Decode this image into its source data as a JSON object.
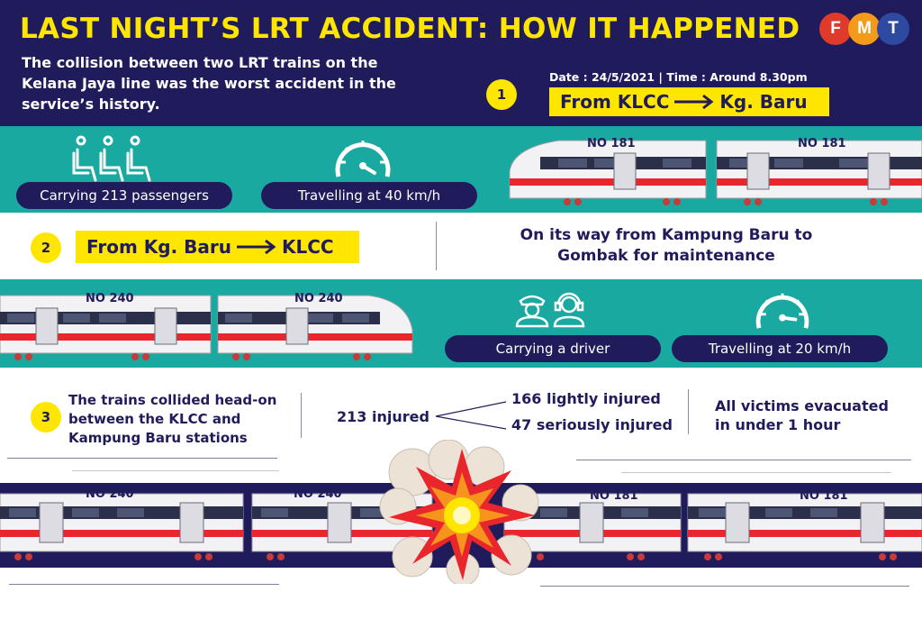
{
  "header": {
    "title": "LAST NIGHT’S LRT ACCIDENT: HOW IT HAPPENED",
    "subtitle_line1": "The collision between two LRT trains on the",
    "subtitle_line2": "Kelana Jaya line was the worst accident in the",
    "subtitle_line3": "service’s history.",
    "logo": {
      "letters": [
        "F",
        "M",
        "T"
      ],
      "colors": [
        "#e03a2a",
        "#f39a1a",
        "#2d4aa0"
      ]
    }
  },
  "section1": {
    "number": "1",
    "datetime": "Date :  24/5/2021  |  Time : Around 8.30pm",
    "route_from": "From KLCC",
    "route_to": "Kg. Baru",
    "passengers_label": "Carrying 213 passengers",
    "speed_label": "Travelling at 40 km/h",
    "train_label": "NO 181"
  },
  "section2": {
    "number": "2",
    "route_from": "From Kg. Baru",
    "route_to": "KLCC",
    "description_line1": "On its way from Kampung Baru to",
    "description_line2": "Gombak for maintenance",
    "driver_label": "Carrying a driver",
    "speed_label": "Travelling at 20 km/h",
    "train_label": "NO 240"
  },
  "section3": {
    "number": "3",
    "collision_line1": "The trains collided head-on",
    "collision_line2": "between the KLCC and",
    "collision_line3": "Kampung Baru stations",
    "injured_total": "213 injured",
    "injured_light": "166 lightly injured",
    "injured_serious": "47 seriously injured",
    "evacuated_line1": "All victims evacuated",
    "evacuated_line2": "in under 1 hour",
    "train_left_label": "NO 240",
    "train_right_label": "NO 181"
  },
  "colors": {
    "navy": "#201c5c",
    "yellow": "#ffe600",
    "teal": "#1aa9a0",
    "train_red": "#e8262b"
  },
  "icons": [
    "seats-icon",
    "speedometer-icon",
    "driver-icon",
    "headset-icon",
    "arrow-right-icon",
    "explosion-icon",
    "train-icon"
  ]
}
